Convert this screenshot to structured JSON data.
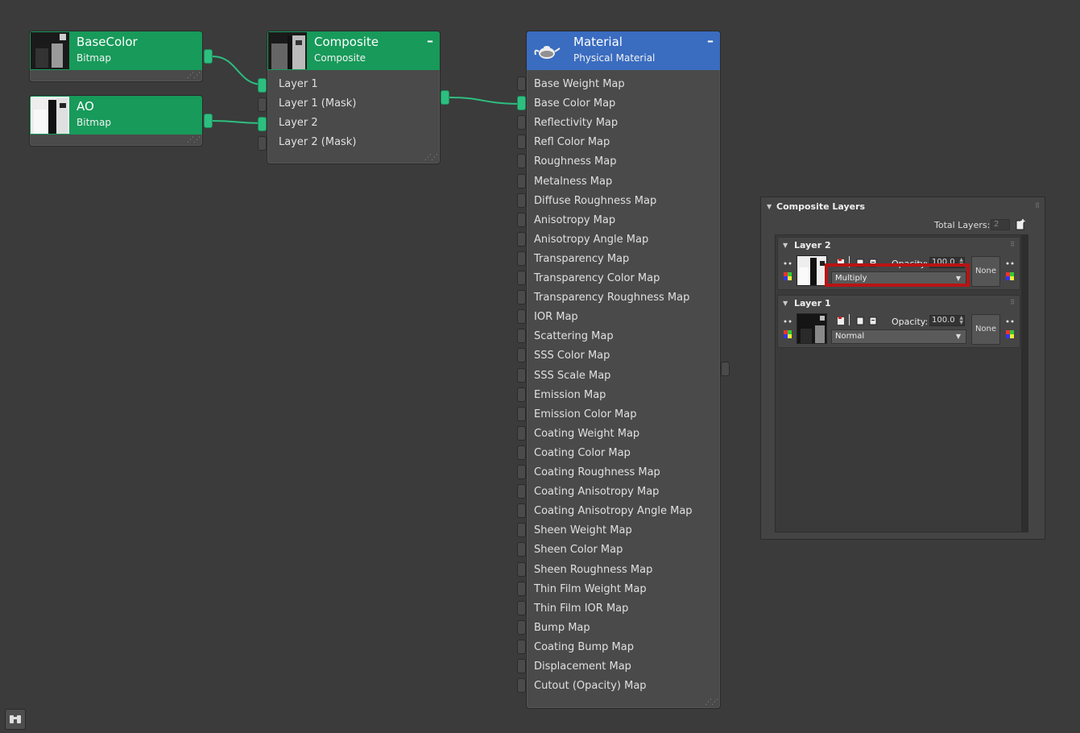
{
  "nodes": {
    "basecolor": {
      "title": "BaseColor",
      "subtitle": "Bitmap"
    },
    "ao": {
      "title": "AO",
      "subtitle": "Bitmap"
    },
    "composite": {
      "title": "Composite",
      "subtitle": "Composite",
      "minimize": "–",
      "slots": [
        "Layer 1",
        "Layer 1 (Mask)",
        "Layer 2",
        "Layer 2 (Mask)"
      ]
    },
    "material": {
      "title": "Material",
      "subtitle": "Physical Material",
      "minimize": "–",
      "slots": [
        "Base Weight Map",
        "Base Color Map",
        "Reflectivity Map",
        "Refl Color Map",
        "Roughness Map",
        "Metalness Map",
        "Diffuse Roughness Map",
        "Anisotropy Map",
        "Anisotropy Angle Map",
        "Transparency Map",
        "Transparency Color Map",
        "Transparency Roughness Map",
        "IOR Map",
        "Scattering Map",
        "SSS Color Map",
        "SSS Scale Map",
        "Emission Map",
        "Emission Color Map",
        "Coating Weight Map",
        "Coating Color Map",
        "Coating Roughness Map",
        "Coating Anisotropy Map",
        "Coating Anisotropy Angle Map",
        "Sheen Weight Map",
        "Sheen Color Map",
        "Sheen Roughness Map",
        "Thin Film Weight Map",
        "Thin Film IOR Map",
        "Bump Map",
        "Coating Bump Map",
        "Displacement Map",
        "Cutout (Opacity) Map"
      ]
    }
  },
  "panel": {
    "title": "Composite Layers",
    "total_label": "Total Layers:",
    "total_value": "2",
    "layers": [
      {
        "name": "Layer 2",
        "opacity_label": "Opacity:",
        "opacity": "100.0",
        "blend_mode": "Multiply",
        "mask": "None"
      },
      {
        "name": "Layer 1",
        "opacity_label": "Opacity:",
        "opacity": "100.0",
        "blend_mode": "Normal",
        "mask": "None"
      }
    ]
  },
  "colors": {
    "node_green": "#179a5a",
    "node_blue": "#3a6cc0",
    "wire": "#2dbf80",
    "highlight": "#b81414"
  }
}
